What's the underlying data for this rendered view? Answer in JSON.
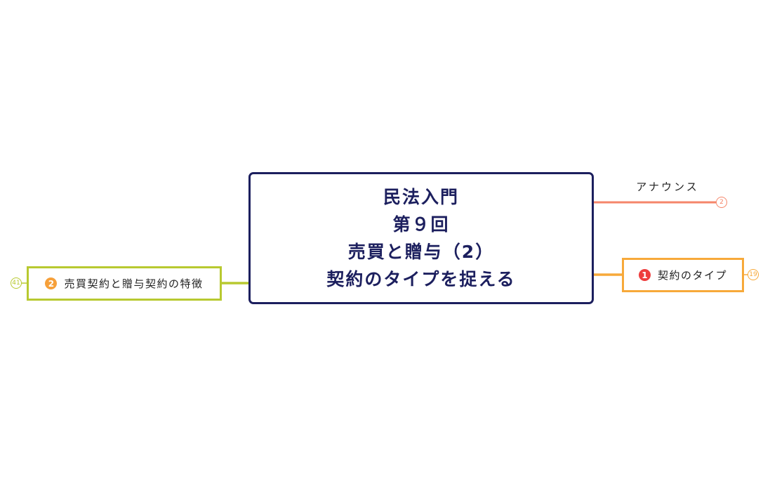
{
  "mindmap": {
    "central_topic": {
      "lines": [
        "民法入門",
        "第９回",
        "売買と贈与（2）",
        "契約のタイプを捉える"
      ],
      "border_color": "#1c1f5e",
      "text_color": "#1c1f5e"
    },
    "branches": [
      {
        "id": "announce",
        "label": "アナウンス",
        "side": "right",
        "color": "#f5866a",
        "collapsed_count": "2",
        "marker": null
      },
      {
        "id": "contract-types",
        "label": "契約のタイプ",
        "side": "right",
        "color": "#f7a93a",
        "collapsed_count": "19",
        "marker": {
          "number": "1",
          "color": "#ee3d3d",
          "icon": "priority-1-icon"
        }
      },
      {
        "id": "features",
        "label": "売買契約と贈与契約の特徴",
        "side": "left",
        "color": "#b8c930",
        "collapsed_count": "41",
        "marker": {
          "number": "2",
          "color": "#f6a03a",
          "icon": "priority-2-icon"
        }
      }
    ]
  }
}
